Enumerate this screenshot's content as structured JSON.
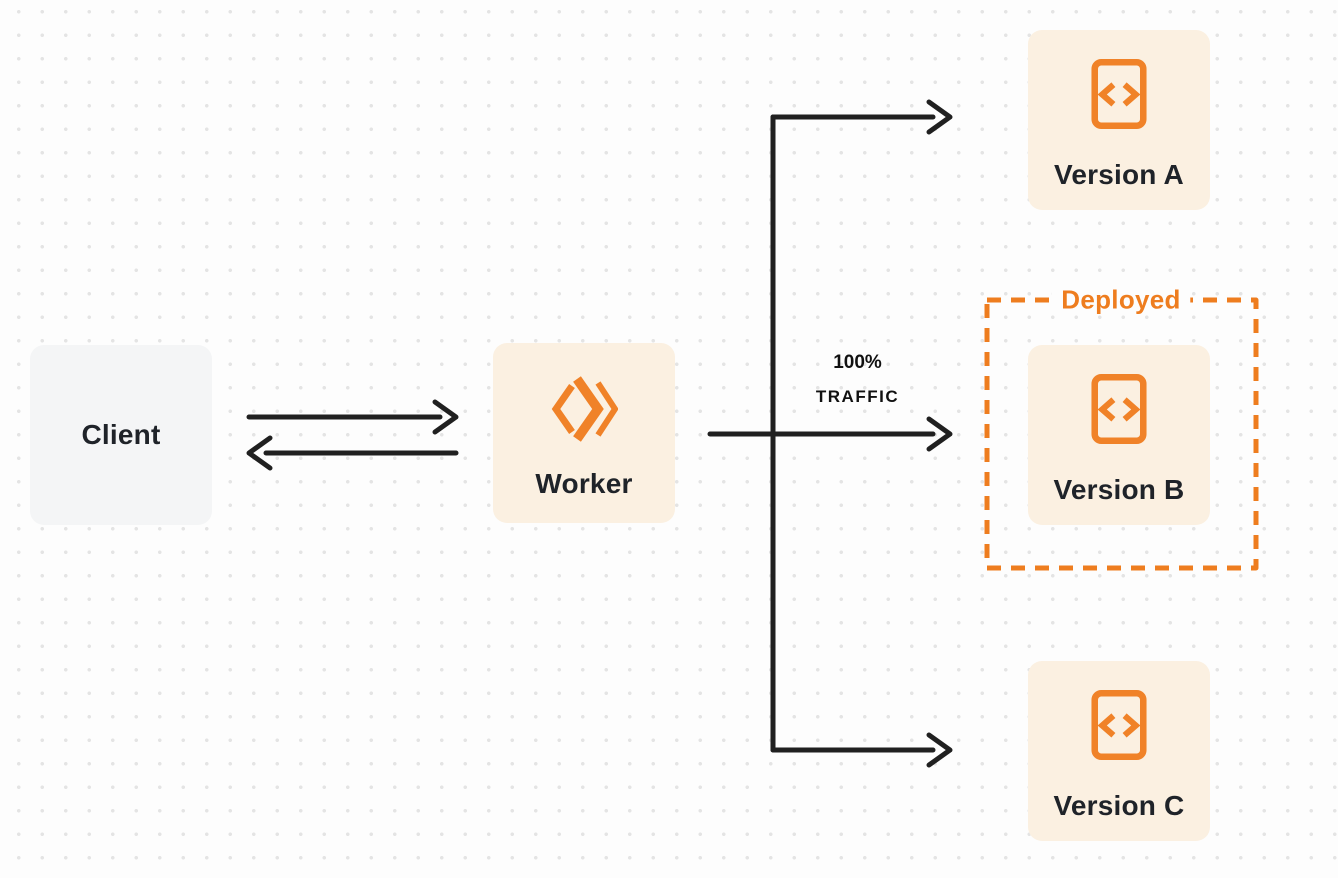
{
  "diagram": {
    "title_hint": "worker-traffic-routing-diagram",
    "nodes": {
      "client": {
        "label": "Client"
      },
      "worker": {
        "label": "Worker",
        "icon": "workers-icon"
      },
      "version_a": {
        "label": "Version A",
        "icon": "code-file-icon"
      },
      "version_b": {
        "label": "Version B",
        "icon": "code-file-icon"
      },
      "version_c": {
        "label": "Version C",
        "icon": "code-file-icon"
      }
    },
    "annotations": {
      "deployed_label": "Deployed",
      "traffic_line1": "100%",
      "traffic_line2": "TRAFFIC"
    },
    "edges": [
      {
        "from": "client",
        "to": "worker",
        "style": "arrow-right"
      },
      {
        "from": "worker",
        "to": "client",
        "style": "arrow-left"
      },
      {
        "from": "worker",
        "to": "version_a",
        "style": "arrow"
      },
      {
        "from": "worker",
        "to": "version_b",
        "style": "arrow",
        "label": "100% TRAFFIC"
      },
      {
        "from": "worker",
        "to": "version_c",
        "style": "arrow"
      }
    ],
    "colors": {
      "accent_orange": "#F08228",
      "deployed_orange": "#EE7D1F",
      "node_cream": "#FBF0E1",
      "node_gray": "#F4F5F6",
      "arrow_black": "#202020",
      "text_dark": "#1F2329",
      "page_bg": "#FDFDFD",
      "dot_grid": "#E4E4E4"
    }
  }
}
